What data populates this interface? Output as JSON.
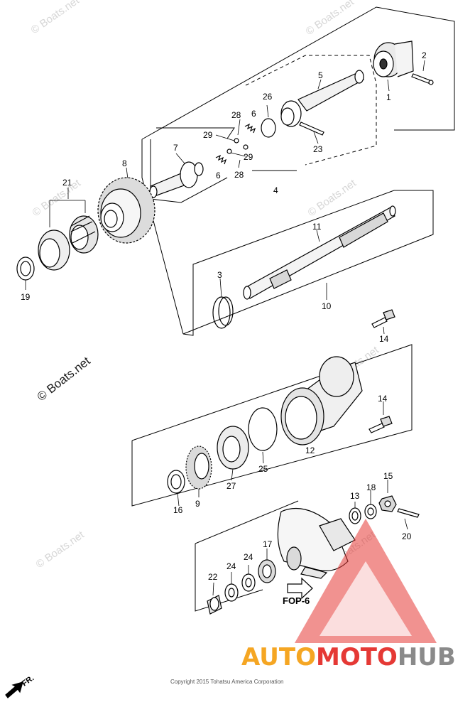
{
  "diagram": {
    "callouts": [
      {
        "id": "c1",
        "text": "1"
      },
      {
        "id": "c2",
        "text": "2"
      },
      {
        "id": "c3",
        "text": "3"
      },
      {
        "id": "c4",
        "text": "4"
      },
      {
        "id": "c5",
        "text": "5"
      },
      {
        "id": "c6a",
        "text": "6"
      },
      {
        "id": "c6b",
        "text": "6"
      },
      {
        "id": "c7",
        "text": "7"
      },
      {
        "id": "c8",
        "text": "8"
      },
      {
        "id": "c9",
        "text": "9"
      },
      {
        "id": "c10",
        "text": "10"
      },
      {
        "id": "c11",
        "text": "11"
      },
      {
        "id": "c12",
        "text": "12"
      },
      {
        "id": "c13",
        "text": "13"
      },
      {
        "id": "c14a",
        "text": "14"
      },
      {
        "id": "c14b",
        "text": "14"
      },
      {
        "id": "c15",
        "text": "15"
      },
      {
        "id": "c16",
        "text": "16"
      },
      {
        "id": "c17",
        "text": "17"
      },
      {
        "id": "c18",
        "text": "18"
      },
      {
        "id": "c19",
        "text": "19"
      },
      {
        "id": "c20",
        "text": "20"
      },
      {
        "id": "c21",
        "text": "21"
      },
      {
        "id": "c22",
        "text": "22"
      },
      {
        "id": "c23",
        "text": "23"
      },
      {
        "id": "c24a",
        "text": "24"
      },
      {
        "id": "c24b",
        "text": "24"
      },
      {
        "id": "c25",
        "text": "25"
      },
      {
        "id": "c26",
        "text": "26"
      },
      {
        "id": "c27",
        "text": "27"
      },
      {
        "id": "c28a",
        "text": "28"
      },
      {
        "id": "c28b",
        "text": "28"
      },
      {
        "id": "c29a",
        "text": "29"
      },
      {
        "id": "c29b",
        "text": "29"
      }
    ],
    "fop_label": "FOP-6",
    "front_marker": "FR.",
    "copyright": "Copyright 2015 Tohatsu America Corporation"
  },
  "watermarks": {
    "site": "© Boats.net"
  },
  "brand": {
    "part1": "AUTO",
    "part2": "MOTO",
    "part3": "HUB",
    "color_orange": "#f5a623",
    "color_red": "#e53935",
    "color_gray": "#8a8a8a"
  }
}
